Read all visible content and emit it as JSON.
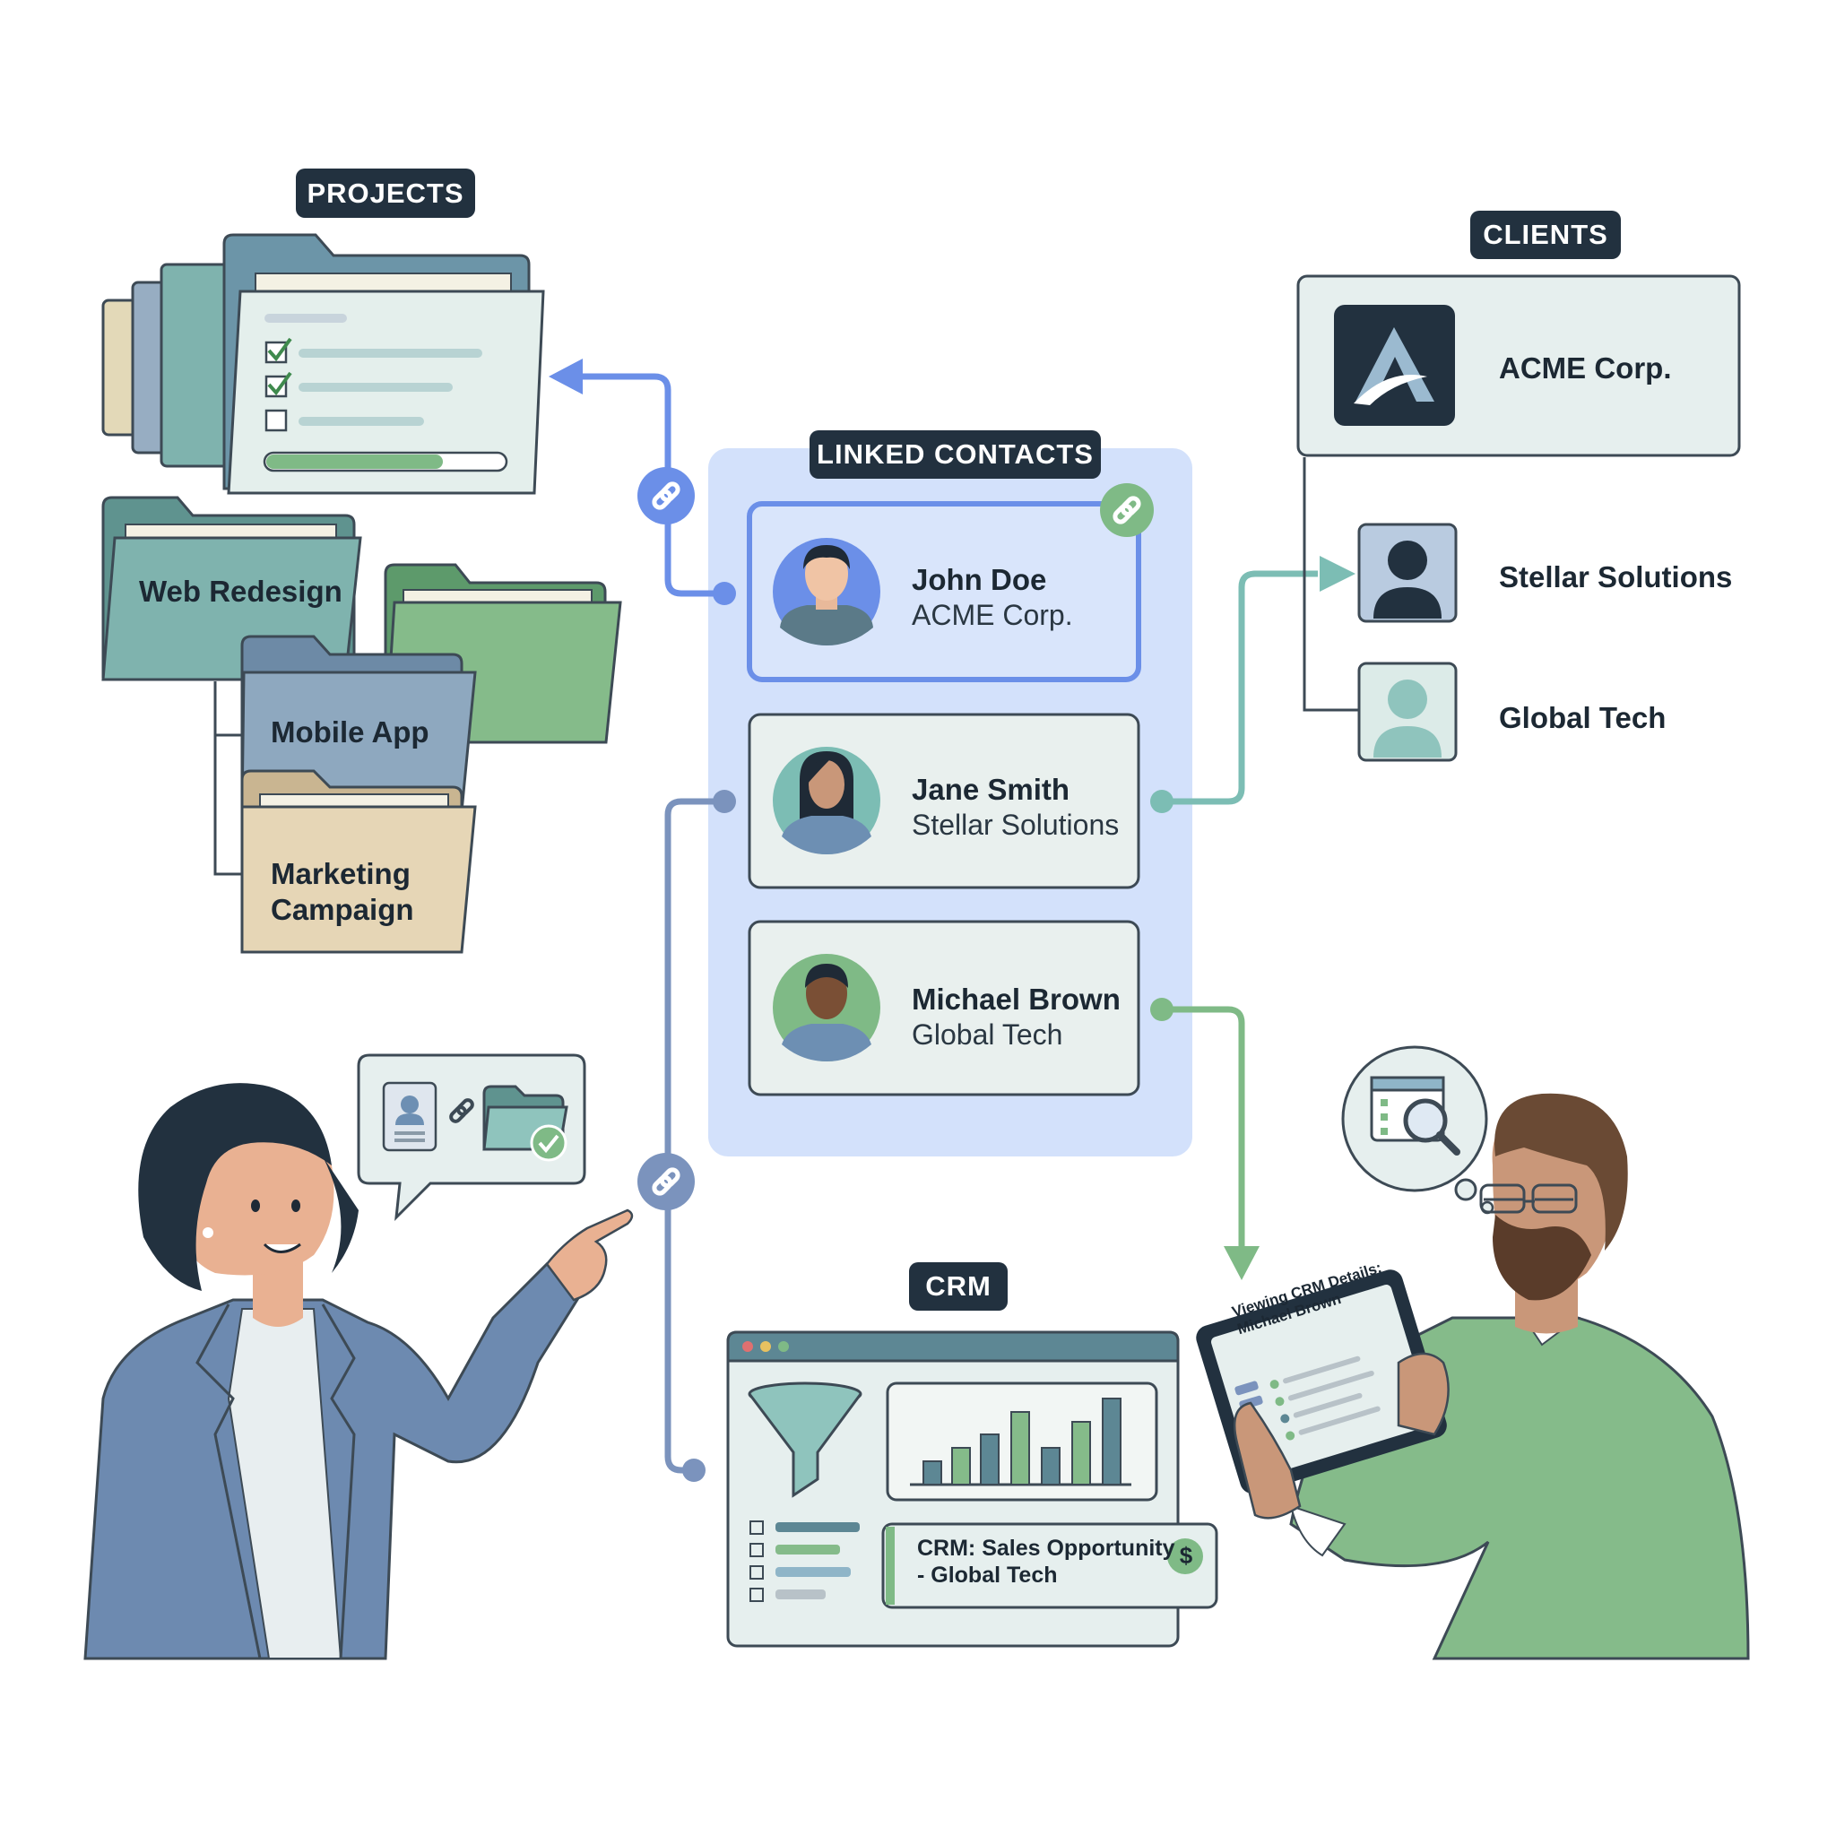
{
  "sections": {
    "projects": "PROJECTS",
    "clients": "CLIENTS",
    "linked_contacts": "LINKED CONTACTS",
    "crm": "CRM"
  },
  "projects": [
    {
      "label": "Web Redesign",
      "color": "#6fa9a6"
    },
    {
      "label": "Mobile App",
      "color": "#7f9db4"
    },
    {
      "label": "Marketing\nCampaign",
      "color": "#e6d6b6"
    }
  ],
  "contacts": [
    {
      "name": "John Doe",
      "company": "ACME Corp."
    },
    {
      "name": "Jane Smith",
      "company": "Stellar Solutions"
    },
    {
      "name": "Michael Brown",
      "company": "Global Tech"
    }
  ],
  "clients": [
    {
      "label": "ACME Corp.",
      "logo_letter": "A"
    },
    {
      "label": "Stellar Solutions"
    },
    {
      "label": "Global Tech"
    }
  ],
  "crm": {
    "opportunity_line1": "CRM: Sales Opportunity",
    "opportunity_line2": "- Global Tech",
    "currency_symbol": "$"
  },
  "tablet": {
    "line1": "Viewing CRM Details:",
    "line2": "Michael Brown"
  },
  "colors": {
    "dark": "#22313f",
    "blue_link": "#6b8fe8",
    "teal_link": "#7cbdb4",
    "green_link": "#7fba86",
    "slate_link": "#7b93bd",
    "panel": "#d3e1fb"
  },
  "icons": [
    "link-icon",
    "checkbox-icon",
    "folder-icon",
    "person-icon",
    "funnel-icon",
    "bar-chart-icon",
    "magnifier-icon",
    "dollar-icon",
    "check-icon"
  ]
}
